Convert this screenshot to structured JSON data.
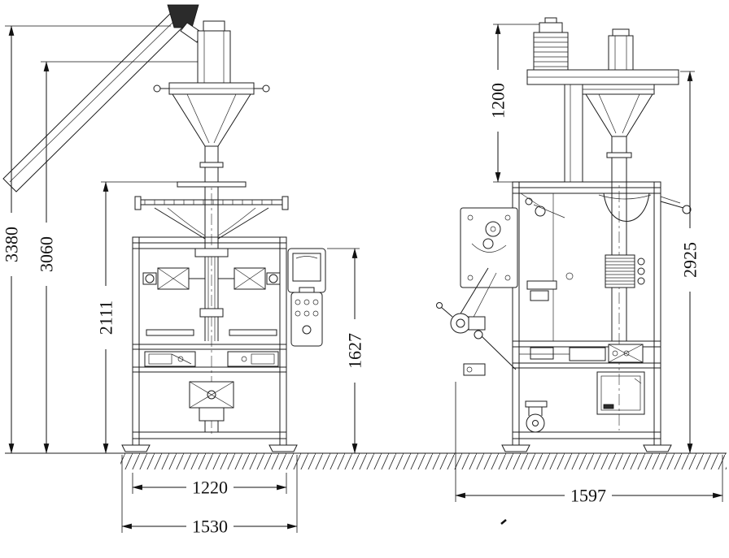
{
  "drawing": {
    "kind": "engineering-dimension-drawing",
    "subject": "Two-view outline drawing of a vertical form-fill-seal packing machine with auger filler and inclined screw conveyor",
    "unit": "mm",
    "line_color": "#1c1c1c",
    "background": "#ffffff"
  },
  "front_view": {
    "label": "front-view",
    "dims": {
      "overall_height": "3380",
      "filler_height": "3060",
      "frame_height": "2111",
      "panel_height": "1627",
      "frame_width": "1220",
      "overall_width": "1530"
    }
  },
  "side_view": {
    "label": "side-view",
    "dims": {
      "filler_unit_height": "1200",
      "overall_height": "2925",
      "overall_depth": "1597"
    }
  }
}
